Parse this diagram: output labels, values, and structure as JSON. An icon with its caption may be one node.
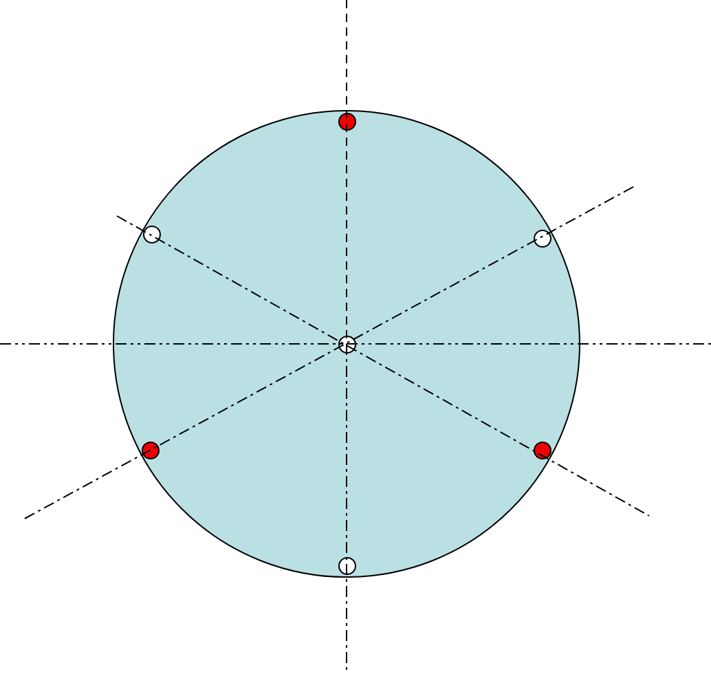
{
  "diagram": {
    "nodes": [
      {
        "text": [],
        "shape": "circle"
      },
      {
        "text": [],
        "shape": "circle",
        "in": 0
      },
      {
        "text": [],
        "shape": "circle",
        "in": 0
      },
      {
        "text": [],
        "shape": "circle",
        "in": 0
      },
      {
        "text": [],
        "shape": "circle",
        "in": 0
      },
      {
        "text": [],
        "shape": "circle",
        "in": 0
      },
      {
        "text": [],
        "shape": "circle",
        "in": 0
      },
      {
        "text": [],
        "shape": "circle",
        "in": 0
      }
    ]
  }
}
